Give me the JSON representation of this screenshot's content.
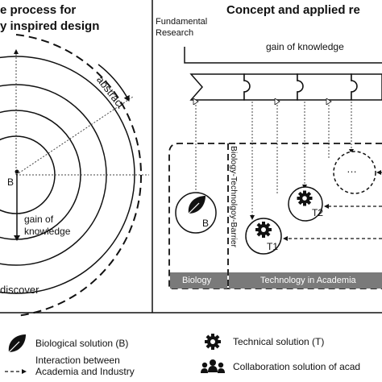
{
  "left_panel": {
    "title_line1": "e process for",
    "title_line2": "y inspired design",
    "abstract_label": "abstract",
    "center_label": "B",
    "gain_label_line1": "gain of",
    "gain_label_line2": "knowledge",
    "discover_label": "discover"
  },
  "right_panel": {
    "title": "Concept and applied re",
    "fundamental_line1": "Fundamental",
    "fundamental_line2": "Research",
    "gain_label": "gain of knowledge",
    "barrier_label": "Biology-Technolgoy-Barrier",
    "node_b_label": "B",
    "node_t1_label": "T1",
    "node_t2_label": "T2",
    "node_more_label": "…",
    "bar_biology": "Biology",
    "bar_technology": "Technology in Academia"
  },
  "legend": {
    "biological": "Biological solution (B)",
    "interaction_line1": "Interaction between",
    "interaction_line2": "Academia and Industry",
    "technical": "Technical solution (T)",
    "collaboration": "Collaboration solution of acad"
  },
  "colors": {
    "line": "#111111",
    "bar_fill": "#7a7a7a",
    "dotted": "#444444"
  },
  "icons": [
    "leaf-icon",
    "gear-icon",
    "people-icon",
    "dashed-arrow-icon"
  ]
}
